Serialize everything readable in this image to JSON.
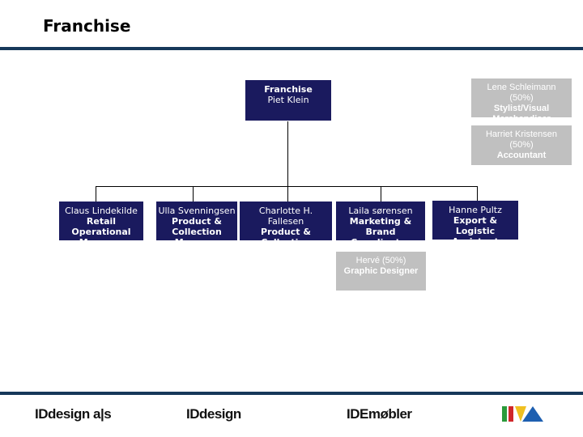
{
  "title": "Franchise",
  "head": {
    "role": "Franchise",
    "name": "Piet Klein"
  },
  "staff": [
    {
      "name": "Lene Schleimann",
      "share": "(50%)",
      "role": "Stylist/Visual Merchandiser"
    },
    {
      "name": "Harriet Kristensen",
      "share": "(50%)",
      "role": "Accountant"
    }
  ],
  "reports": [
    {
      "name": "Claus Lindekilde",
      "role": "Retail Operational Manager"
    },
    {
      "name": "Ulla Svenningsen",
      "role": "Product & Collection Manager"
    },
    {
      "name": "Charlotte H. Fallesen",
      "role": "Product & Collection"
    },
    {
      "name": "Laila sørensen",
      "role": "Marketing & Brand Coordinator"
    },
    {
      "name": "Hanne Pultz",
      "role": "Export & Logistic Assistant"
    }
  ],
  "sub": {
    "name": "Hervé (50%)",
    "role": "Graphic Designer"
  },
  "logos": [
    "IDdesign a|s",
    "IDdesign",
    "IDEmøbler",
    "ILVA"
  ]
}
